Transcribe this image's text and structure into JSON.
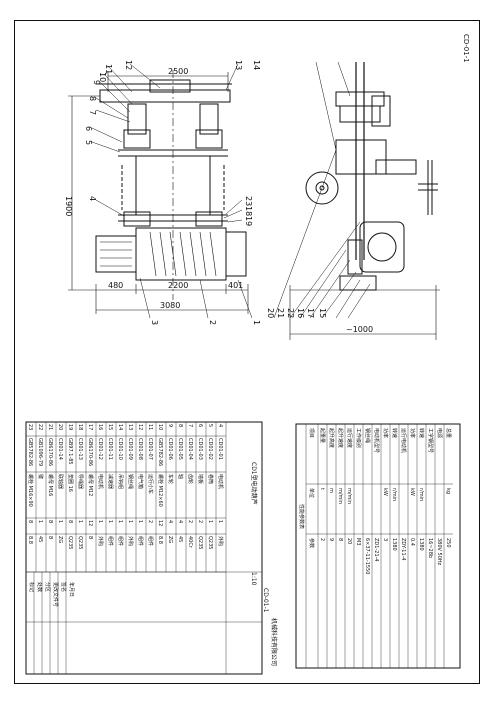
{
  "drawing_code": "CD-01-1",
  "dimensions": {
    "span_top": "2500",
    "height": "1900",
    "len_left": "480",
    "len_mid": "2200",
    "len_right": "401",
    "total_len": "3080",
    "side_width": "~1000"
  },
  "part_labels_left": [
    "11",
    "10",
    "9",
    "8",
    "7",
    "6",
    "5",
    "4"
  ],
  "part_labels_top": [
    "12",
    "13",
    "14"
  ],
  "part_labels_right": [
    "23",
    "18",
    "19"
  ],
  "part_labels_bottom": [
    "3",
    "2",
    "1",
    "20",
    "21",
    "22",
    "16",
    "17",
    "15"
  ],
  "title_block": {
    "company": "机械科技有限公司",
    "product": "CD1型电动葫芦",
    "scale": "1:10",
    "drawing_no": "CD-01-1",
    "row_labels": [
      "标记",
      "处数",
      "分区",
      "更改文件号",
      "签名",
      "年月日"
    ]
  },
  "parts_list": [
    {
      "no": "23",
      "code": "GB5782-86",
      "name": "螺栓 M16×90",
      "qty": "8",
      "mat": "8.8"
    },
    {
      "no": "22",
      "code": "GB1096-79",
      "name": "键",
      "qty": "1",
      "mat": "45"
    },
    {
      "no": "21",
      "code": "GB6170-86",
      "name": "螺母 M16",
      "qty": "8",
      "mat": "8"
    },
    {
      "no": "20",
      "code": "CD01-14",
      "name": "联轴器",
      "qty": "1",
      "mat": "ZG"
    },
    {
      "no": "19",
      "code": "GB97.1-85",
      "name": "垫圈 16",
      "qty": "8",
      "mat": "Q235"
    },
    {
      "no": "18",
      "code": "CD01-13",
      "name": "导绳器",
      "qty": "1",
      "mat": "Q235"
    },
    {
      "no": "17",
      "code": "GB6170-86",
      "name": "螺母 M12",
      "qty": "12",
      "mat": "8"
    },
    {
      "no": "16",
      "code": "CD01-12",
      "name": "电动机",
      "qty": "1",
      "mat": "外购"
    },
    {
      "no": "15",
      "code": "CD01-11",
      "name": "减速器",
      "qty": "1",
      "mat": "组件"
    },
    {
      "no": "14",
      "code": "CD01-10",
      "name": "吊钩组",
      "qty": "1",
      "mat": "组件"
    },
    {
      "no": "13",
      "code": "CD01-09",
      "name": "钢丝绳",
      "qty": "1",
      "mat": "外购"
    },
    {
      "no": "12",
      "code": "CD01-08",
      "name": "电气箱",
      "qty": "1",
      "mat": "组件"
    },
    {
      "no": "11",
      "code": "CD01-07",
      "name": "运行小车",
      "qty": "2",
      "mat": "组件"
    },
    {
      "no": "10",
      "code": "GB5782-86",
      "name": "螺栓 M12×60",
      "qty": "12",
      "mat": "8.8"
    },
    {
      "no": "9",
      "code": "CD01-06",
      "name": "车轮",
      "qty": "4",
      "mat": "ZG"
    },
    {
      "no": "8",
      "code": "CD01-05",
      "name": "轴",
      "qty": "4",
      "mat": "45"
    },
    {
      "no": "7",
      "code": "CD01-04",
      "name": "齿轮",
      "qty": "2",
      "mat": "40Cr"
    },
    {
      "no": "6",
      "code": "CD01-03",
      "name": "墙板",
      "qty": "2",
      "mat": "Q235"
    },
    {
      "no": "5",
      "code": "CD01-02",
      "name": "卷筒",
      "qty": "1",
      "mat": "Q235"
    },
    {
      "no": "4",
      "code": "CD01-01",
      "name": "电动机",
      "qty": "1",
      "mat": "外购"
    }
  ],
  "spec_table": {
    "title": "性能参数表",
    "headers": [
      "项目",
      "单位",
      "参数"
    ],
    "rows": [
      [
        "起重量",
        "t",
        "2"
      ],
      [
        "起升高度",
        "m",
        "9"
      ],
      [
        "起升速度",
        "m/min",
        "8"
      ],
      [
        "运行速度",
        "m/min",
        "20"
      ],
      [
        "工作级别",
        "",
        "M3"
      ],
      [
        "钢丝绳",
        "",
        "6×37-11-1550"
      ],
      [
        "电动机型号",
        "",
        "ZD1-21-4"
      ],
      [
        "功率",
        "kW",
        "3"
      ],
      [
        "转速",
        "r/min",
        "1380"
      ],
      [
        "运行电动机",
        "",
        "ZDY-11-4"
      ],
      [
        "功率",
        "kW",
        "0.4"
      ],
      [
        "转速",
        "r/min",
        "1380"
      ],
      [
        "工字钢型号",
        "",
        "16~28b"
      ],
      [
        "电源",
        "",
        "380V 50Hz"
      ],
      [
        "总重",
        "kg",
        "250"
      ]
    ]
  }
}
